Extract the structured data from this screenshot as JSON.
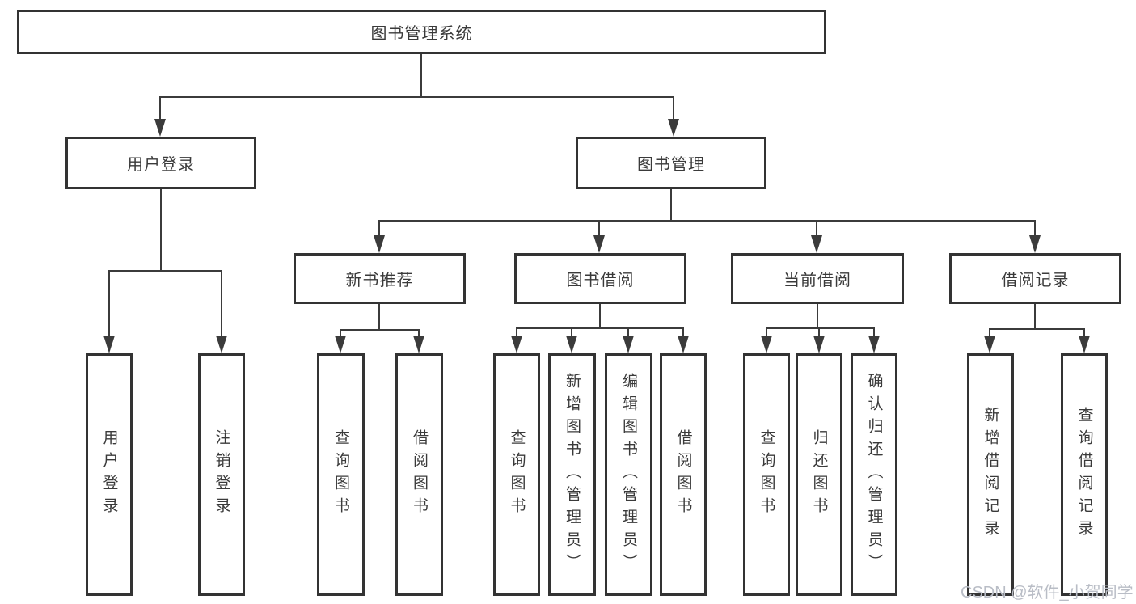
{
  "tree": {
    "root": {
      "label": "图书管理系统"
    },
    "branches": [
      {
        "label": "用户登录",
        "children_labels": [
          "用户登录",
          "注销登录"
        ]
      },
      {
        "label": "图书管理",
        "children": [
          {
            "label": "新书推荐",
            "children_labels": [
              "查询图书",
              "借阅图书"
            ]
          },
          {
            "label": "图书借阅",
            "children_labels": [
              "查询图书",
              "新增图书（管理员）",
              "编辑图书（管理员）",
              "借阅图书"
            ]
          },
          {
            "label": "当前借阅",
            "children_labels": [
              "查询图书",
              "归还图书",
              "确认归还（管理员）"
            ]
          },
          {
            "label": "借阅记录",
            "children_labels": [
              "新增借阅记录",
              "查询借阅记录"
            ]
          }
        ]
      }
    ]
  },
  "watermark": {
    "text": "CSDN @软件_小贺同学"
  },
  "colors": {
    "line": "#3b3b3b",
    "border": "#333333",
    "text": "#3a3a3a",
    "watermark": "#b9bdc6",
    "background": "#ffffff"
  }
}
